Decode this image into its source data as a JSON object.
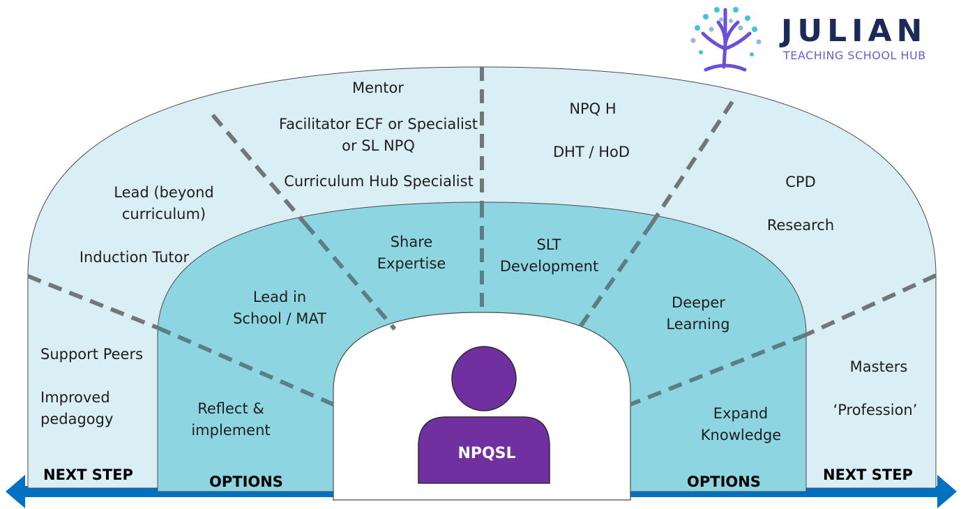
{
  "logo": {
    "title": "JULIAN",
    "subtitle": "TEACHING SCHOOL HUB",
    "icon": "tree-icon"
  },
  "colors": {
    "outer_band": "#daeef5",
    "inner_band": "#8ed5e2",
    "core": "#ffffff",
    "person": "#7030a0",
    "arrow": "#0070c0",
    "divider": "#707778"
  },
  "center": {
    "label": "NPQSL"
  },
  "inner_band": {
    "reflect": [
      "Reflect &",
      "implement"
    ],
    "lead": [
      "Lead in",
      "School / MAT"
    ],
    "share": [
      "Share",
      "Expertise"
    ],
    "slt": [
      "SLT",
      "Development"
    ],
    "deeper": [
      "Deeper",
      "Learning"
    ],
    "expand": [
      "Expand",
      "Knowledge"
    ]
  },
  "outer_band": {
    "support": [
      "Support Peers",
      "Improved",
      "pedagogy"
    ],
    "lead_beyond": [
      "Lead (beyond",
      "curriculum)",
      "Induction Tutor"
    ],
    "mentor": [
      "Mentor",
      "Facilitator ECF or Specialist",
      "or SL NPQ",
      "Curriculum Hub Specialist"
    ],
    "npq": [
      "NPQ H",
      "DHT / HoD"
    ],
    "cpd": [
      "CPD",
      "Research"
    ],
    "masters": [
      "Masters",
      "‘Profession’"
    ]
  },
  "bottom": {
    "next_step_left": "NEXT STEP",
    "options_left": "OPTIONS",
    "options_right": "OPTIONS",
    "next_step_right": "NEXT STEP"
  }
}
